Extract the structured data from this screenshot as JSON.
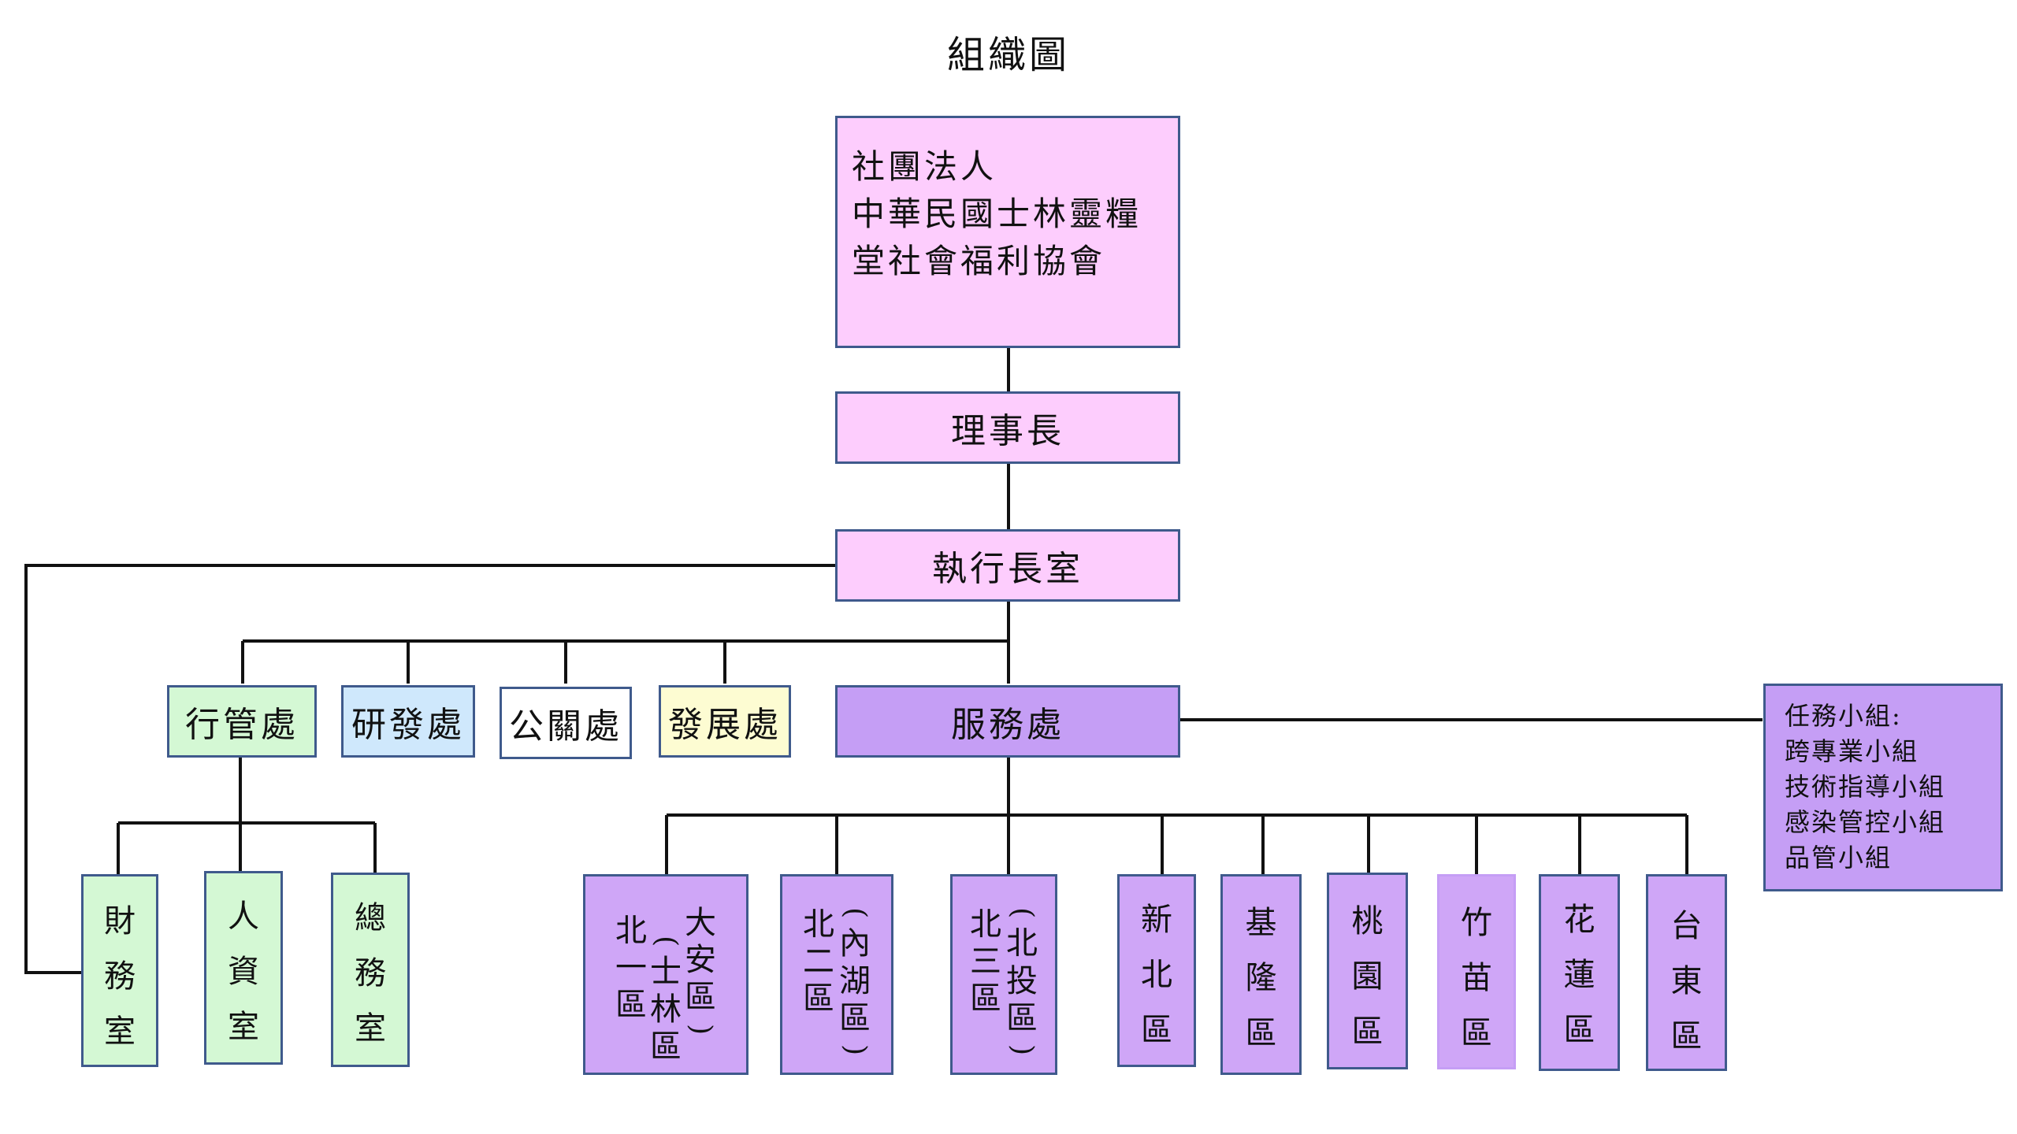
{
  "title": "組織圖",
  "organization": [
    "社團法人",
    "中華民國士林靈糧",
    "堂社會福利協會"
  ],
  "chairman": "理事長",
  "ceo_office": "執行長室",
  "departments": {
    "admin": "行管處",
    "rnd": "研發處",
    "pr": "公關處",
    "development": "發展處",
    "service": "服務處"
  },
  "admin_units": [
    [
      "財",
      "務",
      "室"
    ],
    [
      "人",
      "資",
      "室"
    ],
    [
      "總",
      "務",
      "室"
    ]
  ],
  "task_force": [
    "任務小組:",
    "跨專業小組",
    "技術指導小組",
    "感染管控小組",
    "品管小組"
  ],
  "districts": {
    "d1": {
      "main": [
        "北",
        "一",
        "區"
      ],
      "note": [
        "(",
        "士",
        "林",
        "區",
        ")"
      ],
      "note2": [
        "大",
        "安",
        "區",
        ")"
      ]
    },
    "d2": {
      "main": [
        "北",
        "二",
        "區"
      ],
      "note": [
        "(",
        "內",
        "湖",
        "區",
        ")"
      ]
    },
    "d3": {
      "main": [
        "北",
        "三",
        "區"
      ],
      "note": [
        "(",
        "北",
        "投",
        "區",
        ")"
      ]
    },
    "d4": [
      "新",
      "北",
      "區"
    ],
    "d5": [
      "基",
      "隆",
      "區"
    ],
    "d6": [
      "桃",
      "園",
      "區"
    ],
    "d7": [
      "竹",
      "苗",
      "區"
    ],
    "d8": [
      "花",
      "蓮",
      "區"
    ],
    "d9": [
      "台",
      "東",
      "區"
    ]
  }
}
